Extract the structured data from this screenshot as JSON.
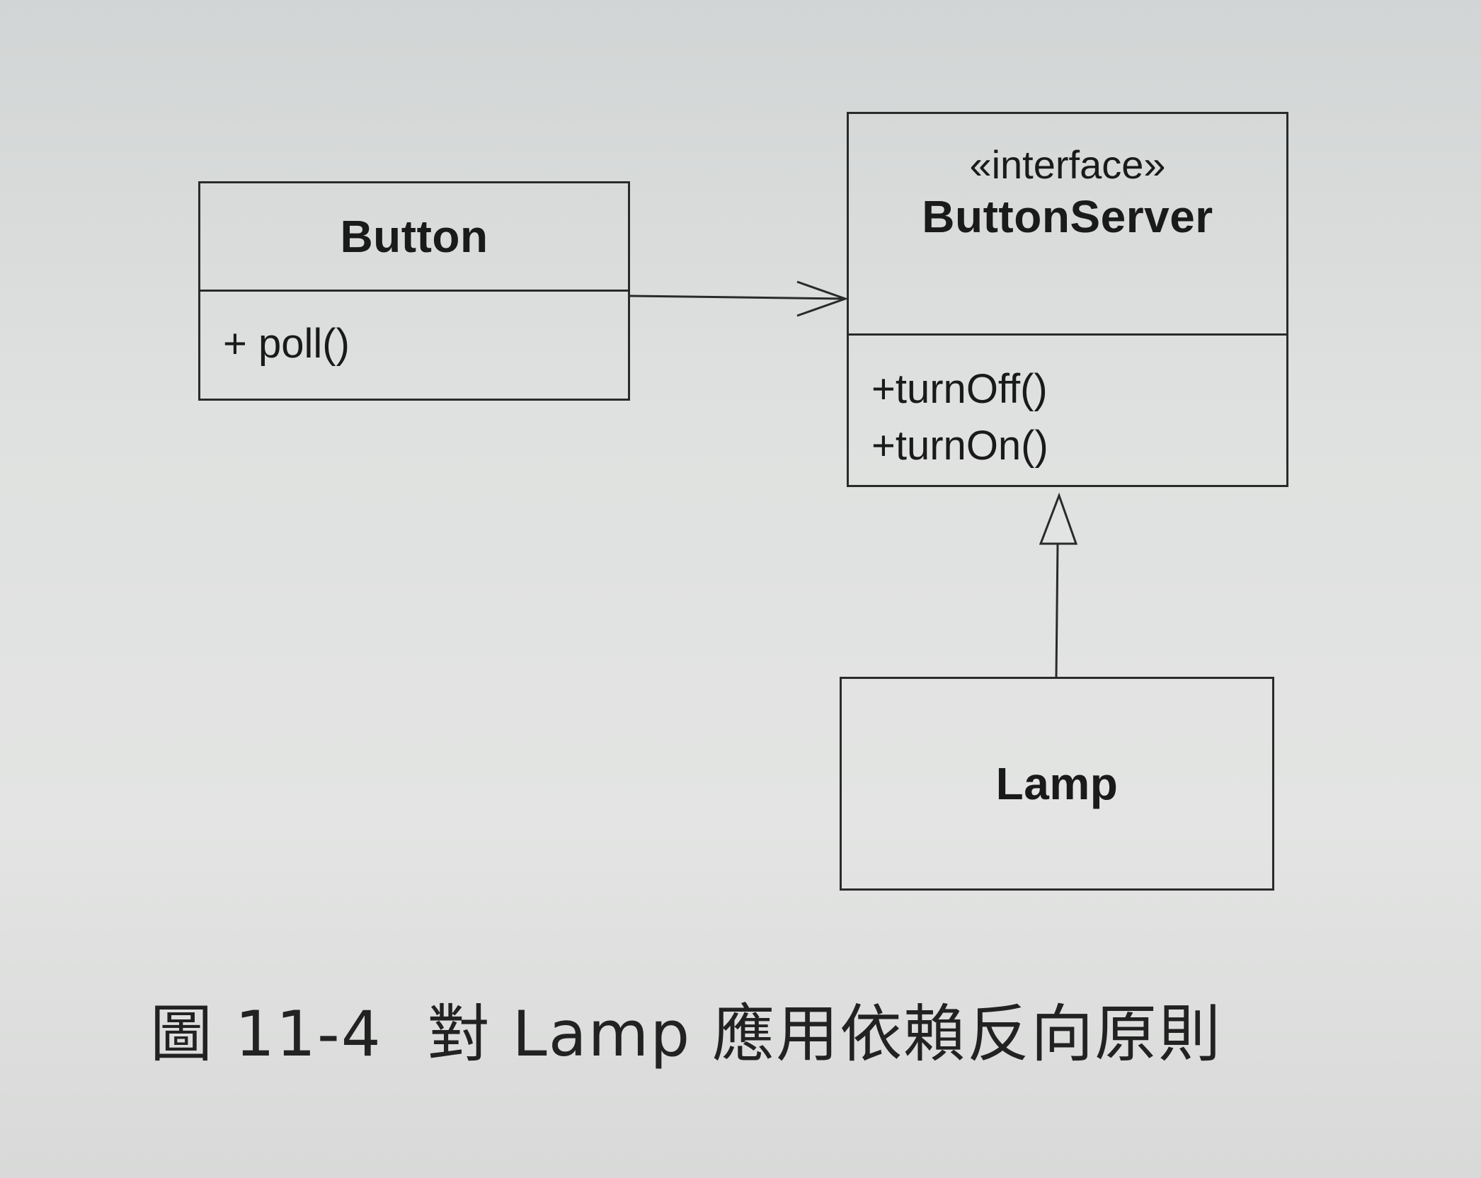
{
  "classes": {
    "button": {
      "name": "Button",
      "methods": [
        "+ poll()"
      ]
    },
    "button_server": {
      "stereotype": "«interface»",
      "name": "ButtonServer",
      "methods": [
        "+turnOff()",
        "+turnOn()"
      ]
    },
    "lamp": {
      "name": "Lamp"
    }
  },
  "relationships": [
    {
      "from": "Button",
      "to": "ButtonServer",
      "type": "association"
    },
    {
      "from": "Lamp",
      "to": "ButtonServer",
      "type": "realization"
    }
  ],
  "caption": {
    "figure_number": "圖 11-4",
    "title": "對 Lamp 應用依賴反向原則"
  },
  "colors": {
    "line": "#2a2a2a",
    "paper": "#dfe1e0"
  }
}
